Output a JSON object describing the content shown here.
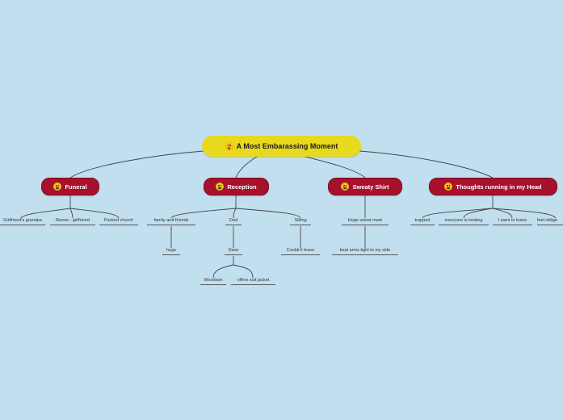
{
  "root": {
    "label": "A Most Embarassing Moment",
    "icon": "shocked-face-icon"
  },
  "branches": [
    {
      "label": "Funeral",
      "icon": "sad-face-icon",
      "children": [
        {
          "label": "Girlfriend's grandpa"
        },
        {
          "label": "Reese - girlfriend"
        },
        {
          "label": "Packed church"
        }
      ]
    },
    {
      "label": "Reception",
      "icon": "anxious-face-icon",
      "children": [
        {
          "label": "family and friends",
          "children": [
            {
              "label": "hugs"
            }
          ]
        },
        {
          "label": "Dad",
          "children": [
            {
              "label": "Dave",
              "children": [
                {
                  "label": "Woodson"
                },
                {
                  "label": "offers suit jacket"
                }
              ]
            }
          ]
        },
        {
          "label": "Sitting",
          "children": [
            {
              "label": "Couldn't leave"
            }
          ]
        }
      ]
    },
    {
      "label": "Sweaty Shirt",
      "icon": "worried-face-icon",
      "children": [
        {
          "label": "Huge sweat mark",
          "children": [
            {
              "label": "kept arms tight to my side"
            }
          ]
        }
      ]
    },
    {
      "label": "Thoughts running in my Head",
      "icon": "astonished-face-icon",
      "children": [
        {
          "label": "trapped"
        },
        {
          "label": "everyone is looking"
        },
        {
          "label": "I want to leave"
        },
        {
          "label": "feel oblige"
        }
      ]
    }
  ],
  "colors": {
    "background": "#c2dff0",
    "root": "#e8d91e",
    "branch": "#a8112b",
    "line": "#444444"
  }
}
